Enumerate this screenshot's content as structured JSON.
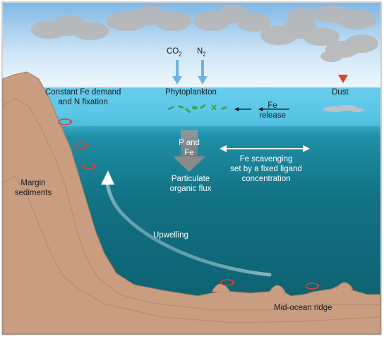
{
  "labels": {
    "co2": "CO",
    "co2_sub": "2",
    "n2": "N",
    "n2_sub": "2",
    "dust": "Dust",
    "constant_fe_1": "Constant Fe demand",
    "constant_fe_2": "and N fixation",
    "phytoplankton": "Phytoplankton",
    "fe_release_1": "Fe",
    "fe_release_2": "release",
    "p_and_fe_1": "P and",
    "p_and_fe_2": "Fe",
    "fe_scavenging_1": "Fe scavenging",
    "fe_scavenging_2": "set by a fixed ligand",
    "fe_scavenging_3": "concentration",
    "particulate_1": "Particulate",
    "particulate_2": "organic flux",
    "margin_1": "Margin",
    "margin_2": "sediments",
    "upwelling": "Upwelling",
    "mid_ocean_ridge": "Mid-ocean ridge"
  },
  "colors": {
    "sky_top": "#7eb6e4",
    "surface_water": "#58c3e6",
    "deep_water": "#0f6675",
    "sediment": "#c79c7f",
    "cloud": "#b5b5b5",
    "red_arrow": "#d9432f",
    "gas_arrow": "#6fb2e3",
    "phytoplankton": "#3aa44a"
  }
}
